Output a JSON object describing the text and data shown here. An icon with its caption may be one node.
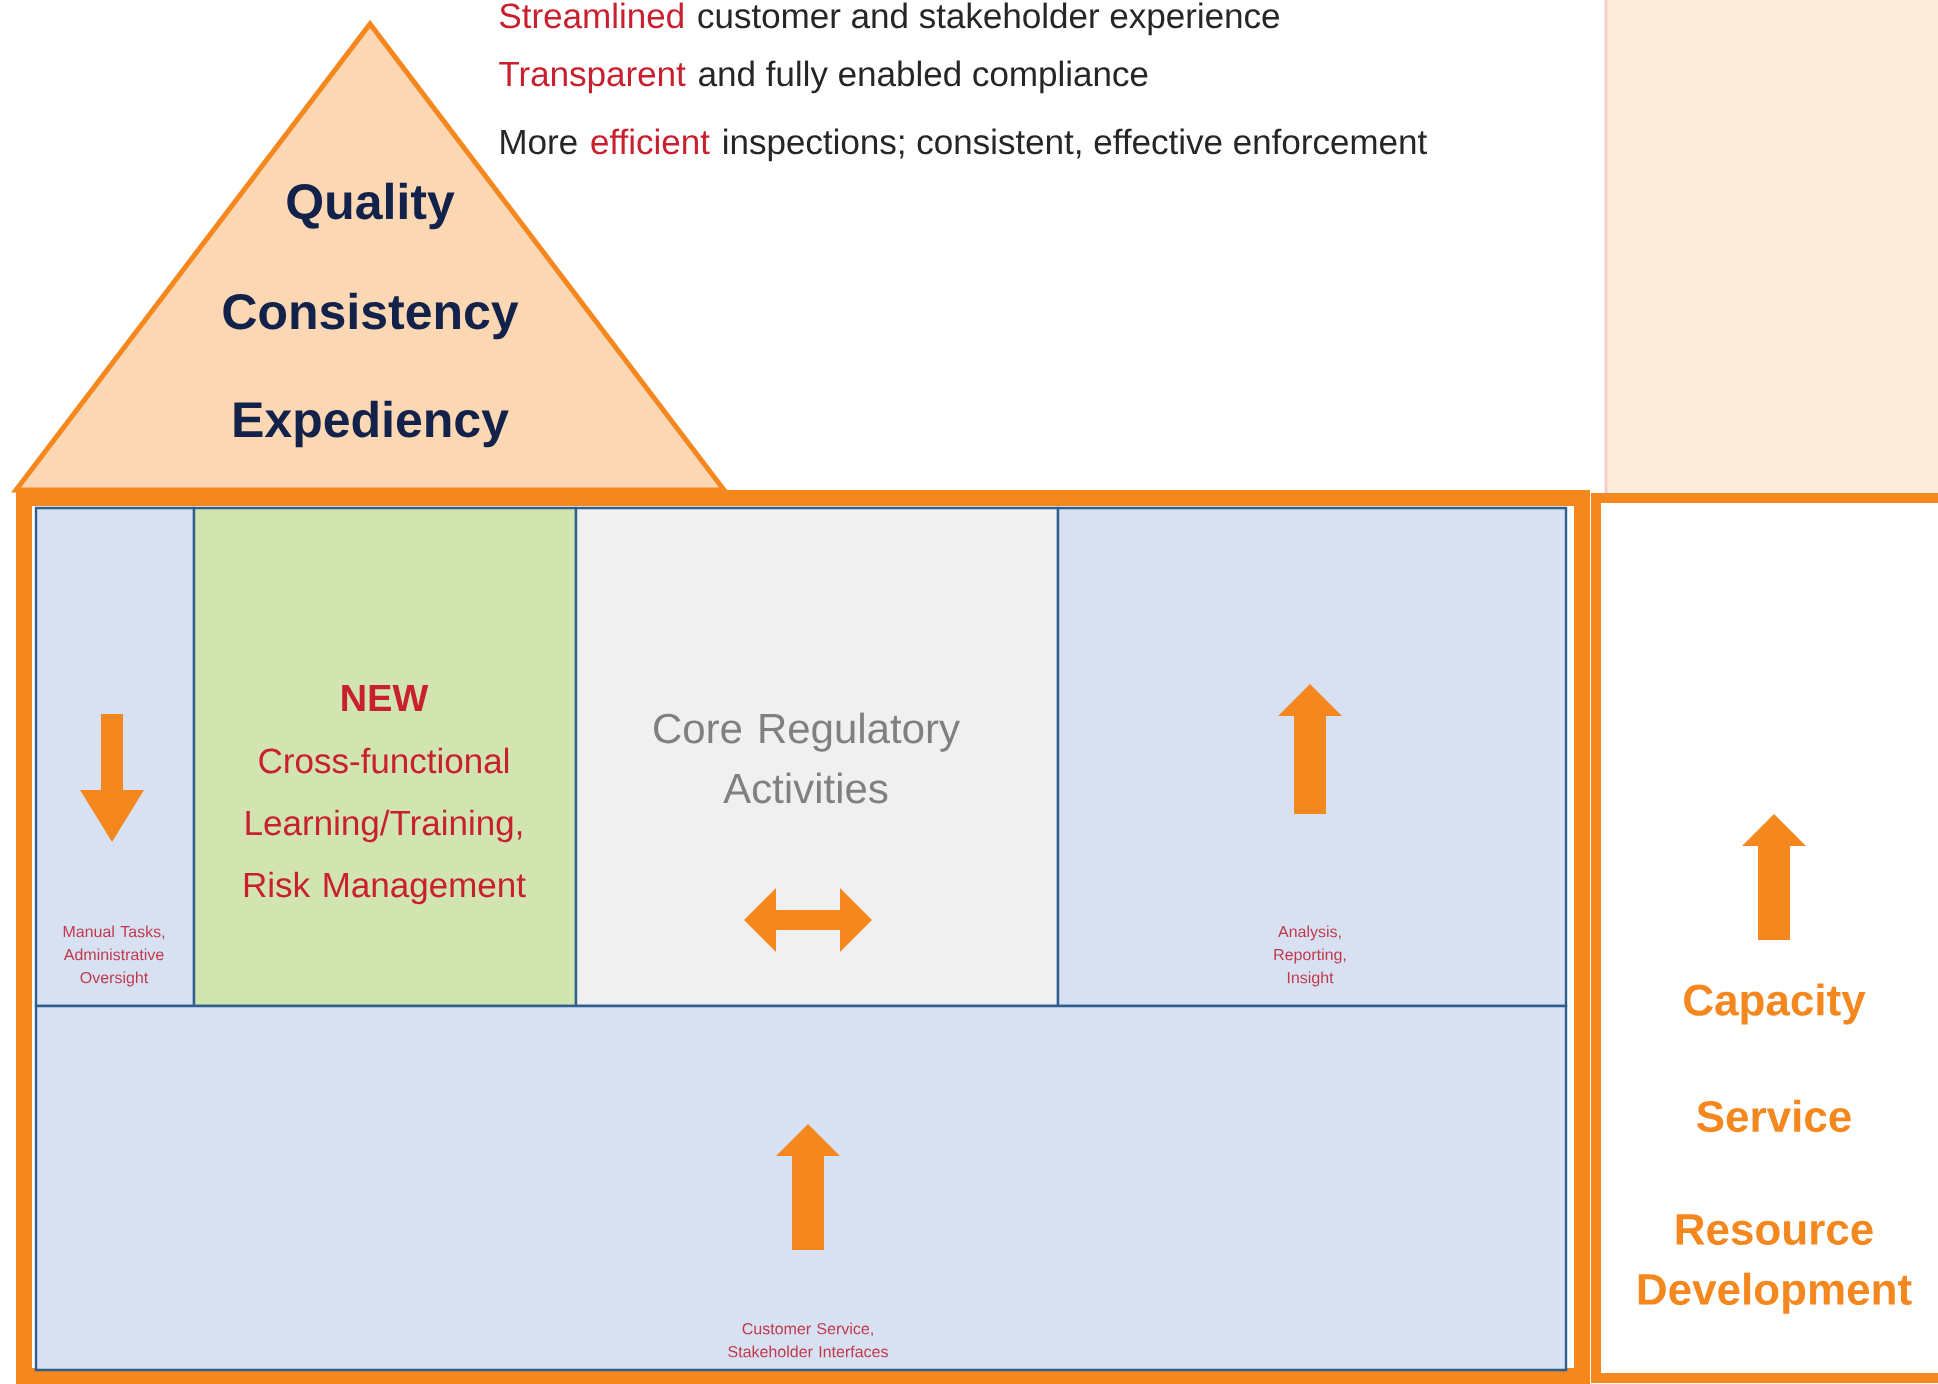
{
  "diagram": {
    "nodes": [
      {
        "text": [
          "Quality",
          "Consistency",
          "Expediency"
        ]
      },
      {
        "text": [],
        "shape": "box"
      },
      {
        "text": [
          "Manual Tasks, Administrative Oversight"
        ],
        "in": 1
      },
      {
        "text": [
          "NEW",
          "Cross-functional Learning/Training, Risk Management"
        ],
        "in": 1
      },
      {
        "text": [
          "Core Regulatory Activities"
        ],
        "in": 1
      },
      {
        "text": [
          "Analysis, Reporting, Insight"
        ],
        "in": 1
      },
      {
        "text": [
          "Customer Service, Stakeholder Interfaces"
        ],
        "in": 1
      },
      {
        "text": [
          "Capacity",
          "Service",
          "Resource Development"
        ]
      }
    ],
    "labels": [
      "Streamlined",
      "customer and stakeholder experience",
      "Transparent",
      "and fully enabled compliance",
      "More",
      "efficient",
      "inspections; consistent, effective enforcement"
    ]
  }
}
